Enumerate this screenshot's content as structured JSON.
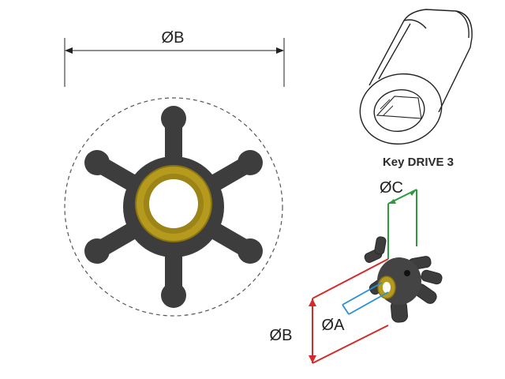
{
  "dimensions": {
    "outer_diameter": "ØB",
    "shaft_diameter": "ØA",
    "body_width": "ØC"
  },
  "key_panel": {
    "caption": "Key DRIVE 3"
  },
  "impeller": {
    "vane_count": 6,
    "colors": {
      "rubber": "#3d3d3d",
      "bushing": "#b59a1e",
      "bushing_dark": "#8a7412",
      "dimension_red": "#d42a2a",
      "dimension_green": "#2e9a3e",
      "dimension_blue": "#2b8fd6"
    }
  }
}
